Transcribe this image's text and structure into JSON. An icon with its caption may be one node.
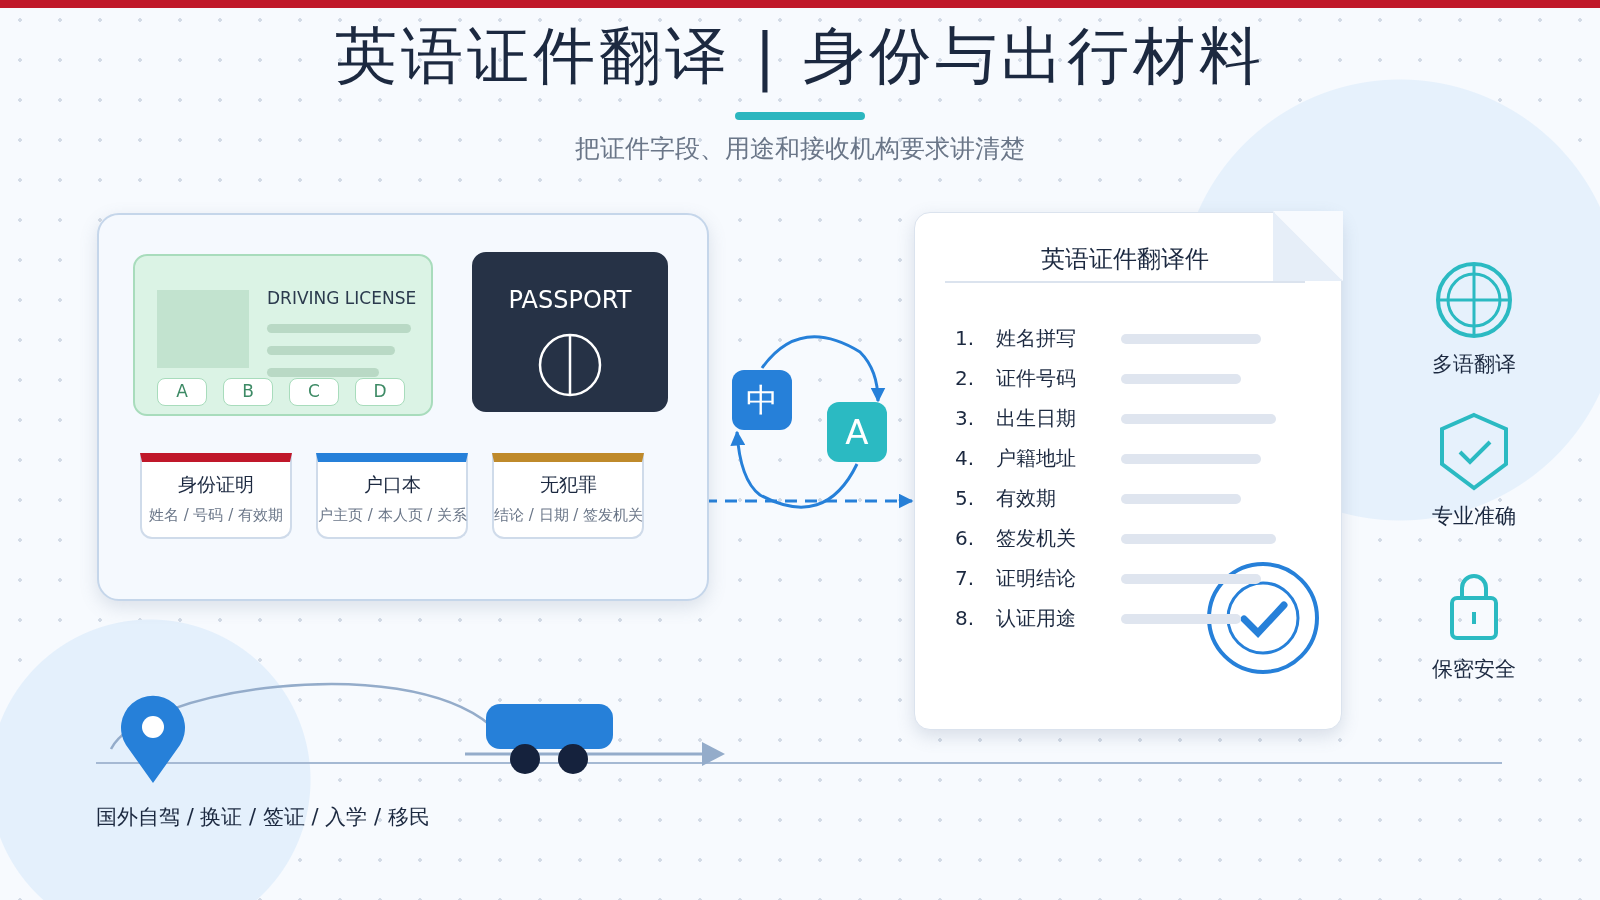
{
  "diagram": {
    "title": "英语证件翻译 | 身份与出行材料",
    "nodes": [
      {
        "text": [],
        "shape": "box"
      },
      {
        "text": [
          "DRIVING LICENSE"
        ],
        "in": 0
      },
      {
        "text": [
          "A"
        ],
        "in": 1
      },
      {
        "text": [
          "B"
        ],
        "in": 1
      },
      {
        "text": [
          "C"
        ],
        "in": 1
      },
      {
        "text": [
          "D"
        ],
        "in": 1
      },
      {
        "text": [
          "PASSPORT"
        ],
        "in": 0
      },
      {
        "text": [
          "身份证明",
          "姓名 / 号码 / 有效期"
        ],
        "in": 0
      },
      {
        "text": [
          "户口本",
          "户主页 / 本人页 / 关系"
        ],
        "in": 0
      },
      {
        "text": [
          "无犯罪",
          "结论 / 日期 / 签发机关"
        ],
        "in": 0
      },
      {
        "text": [
          "中"
        ]
      },
      {
        "text": [
          "A"
        ]
      },
      {
        "text": [
          "英语证件翻译件",
          "1. 姓名拼写",
          "2. 证件号码",
          "3. 出生日期",
          "4. 户籍地址",
          "5. 有效期",
          "6. 签发机关",
          "7. 证明结论",
          "8. 认证用途"
        ]
      }
    ],
    "edges": [
      {
        "from": 0,
        "to": 12,
        "arrow": "to",
        "style": "dashed"
      },
      {
        "from": 10,
        "to": 11,
        "arrow": "to"
      },
      {
        "from": 11,
        "to": 10,
        "arrow": "to"
      }
    ],
    "labels": [
      "把证件字段、用途和接收机构要求讲清楚",
      "多语翻译",
      "专业准确",
      "保密安全",
      "国外自驾 / 换证 / 签证 / 入学 / 移民"
    ]
  }
}
